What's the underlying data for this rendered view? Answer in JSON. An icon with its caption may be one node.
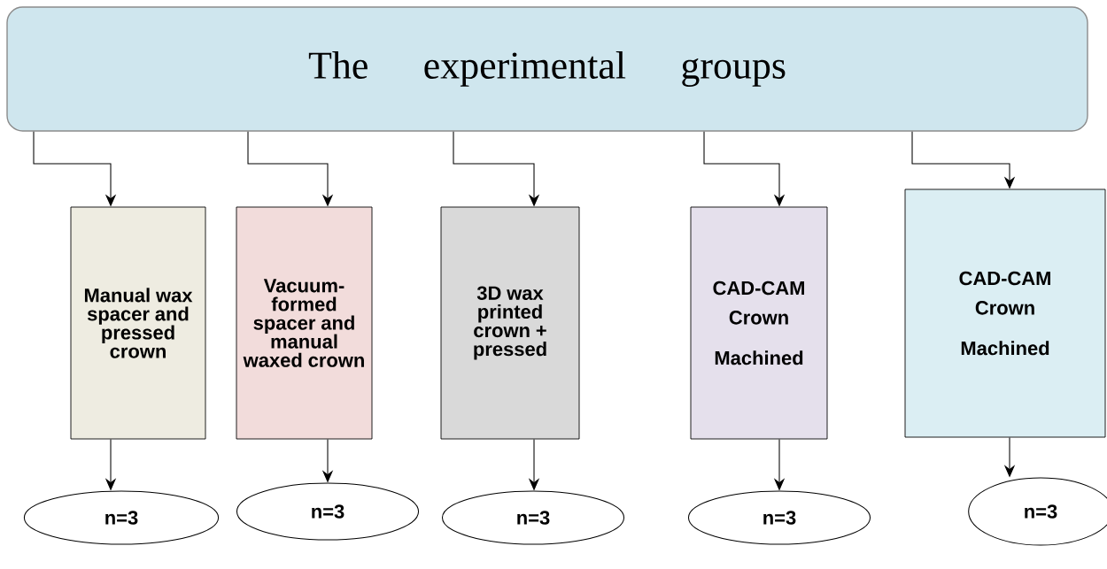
{
  "diagram": {
    "nodes": [
      {
        "text": [
          "The experimental groups"
        ]
      },
      {
        "text": [
          "Manual wax spacer and pressed crown"
        ]
      },
      {
        "text": [
          "Vacuum-formed spacer and manual waxed crown"
        ]
      },
      {
        "text": [
          "3D wax printed crown + pressed"
        ]
      },
      {
        "text": [
          "CAD-CAM Crown",
          "Machined"
        ]
      },
      {
        "text": [
          "CAD-CAM Crown",
          "Machined"
        ]
      },
      {
        "text": [
          "n=3"
        ]
      },
      {
        "text": [
          "n=3"
        ]
      },
      {
        "text": [
          "n=3"
        ]
      },
      {
        "text": [
          "n=3"
        ]
      },
      {
        "text": [
          "n=3"
        ]
      }
    ],
    "edges": [
      {
        "from": 0,
        "to": 1,
        "arrow": "to"
      },
      {
        "from": 0,
        "to": 2,
        "arrow": "to"
      },
      {
        "from": 0,
        "to": 3,
        "arrow": "to"
      },
      {
        "from": 0,
        "to": 4,
        "arrow": "to"
      },
      {
        "from": 0,
        "to": 5,
        "arrow": "to"
      },
      {
        "from": 1,
        "to": 6,
        "arrow": "to"
      },
      {
        "from": 2,
        "to": 7,
        "arrow": "to"
      },
      {
        "from": 3,
        "to": 8,
        "arrow": "to"
      },
      {
        "from": 4,
        "to": 9,
        "arrow": "to"
      },
      {
        "from": 5,
        "to": 10,
        "arrow": "to"
      }
    ]
  }
}
